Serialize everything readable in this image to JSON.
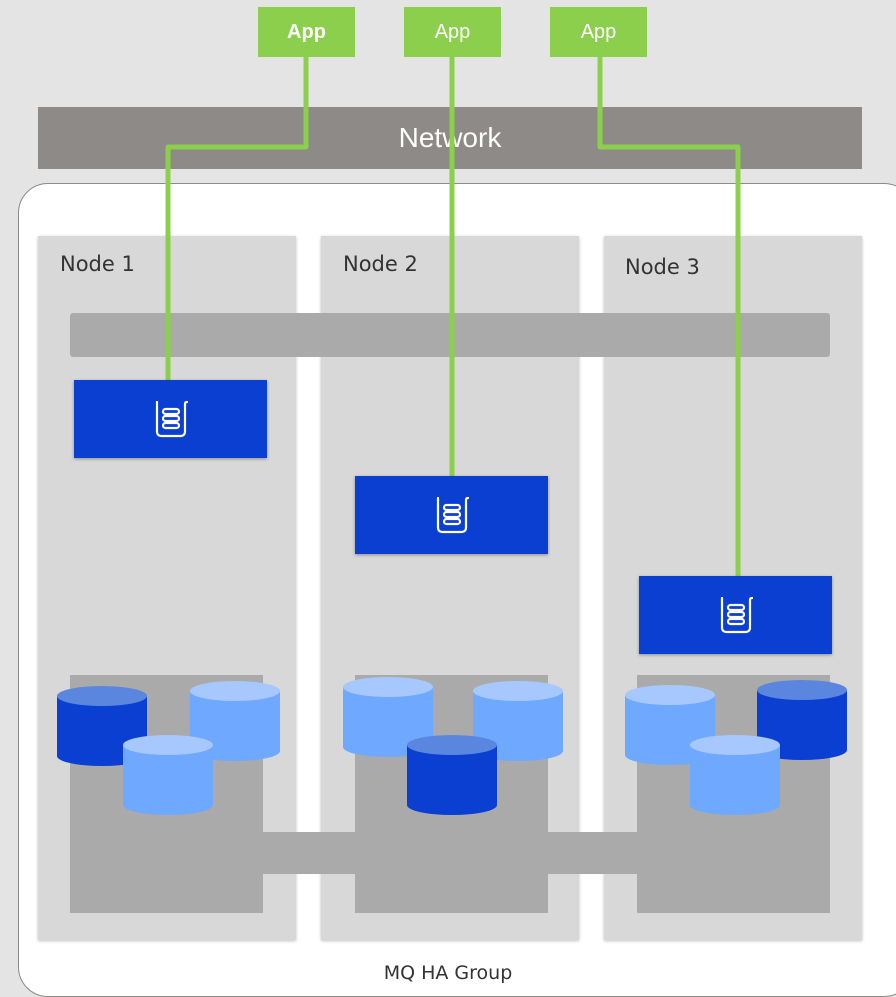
{
  "apps": [
    {
      "label": "App"
    },
    {
      "label": "App"
    },
    {
      "label": "App"
    }
  ],
  "network": {
    "label": "Network"
  },
  "nodes": [
    {
      "label": "Node 1"
    },
    {
      "label": "Node 2"
    },
    {
      "label": "Node 3"
    }
  ],
  "group": {
    "label": "MQ HA Group"
  },
  "icons": {
    "queue_manager": "queue-icon",
    "storage": "database-cylinder-icon"
  },
  "colors": {
    "app": "#8ccf4d",
    "connection": "#8ccf4d",
    "network": "#8d8a87",
    "queue_manager": "#0a3fd1",
    "disk_dark": "#0a3fd1",
    "disk_light": "#6fa8ff",
    "node": "#d8d8d8",
    "storage": "#aaaaaa"
  }
}
